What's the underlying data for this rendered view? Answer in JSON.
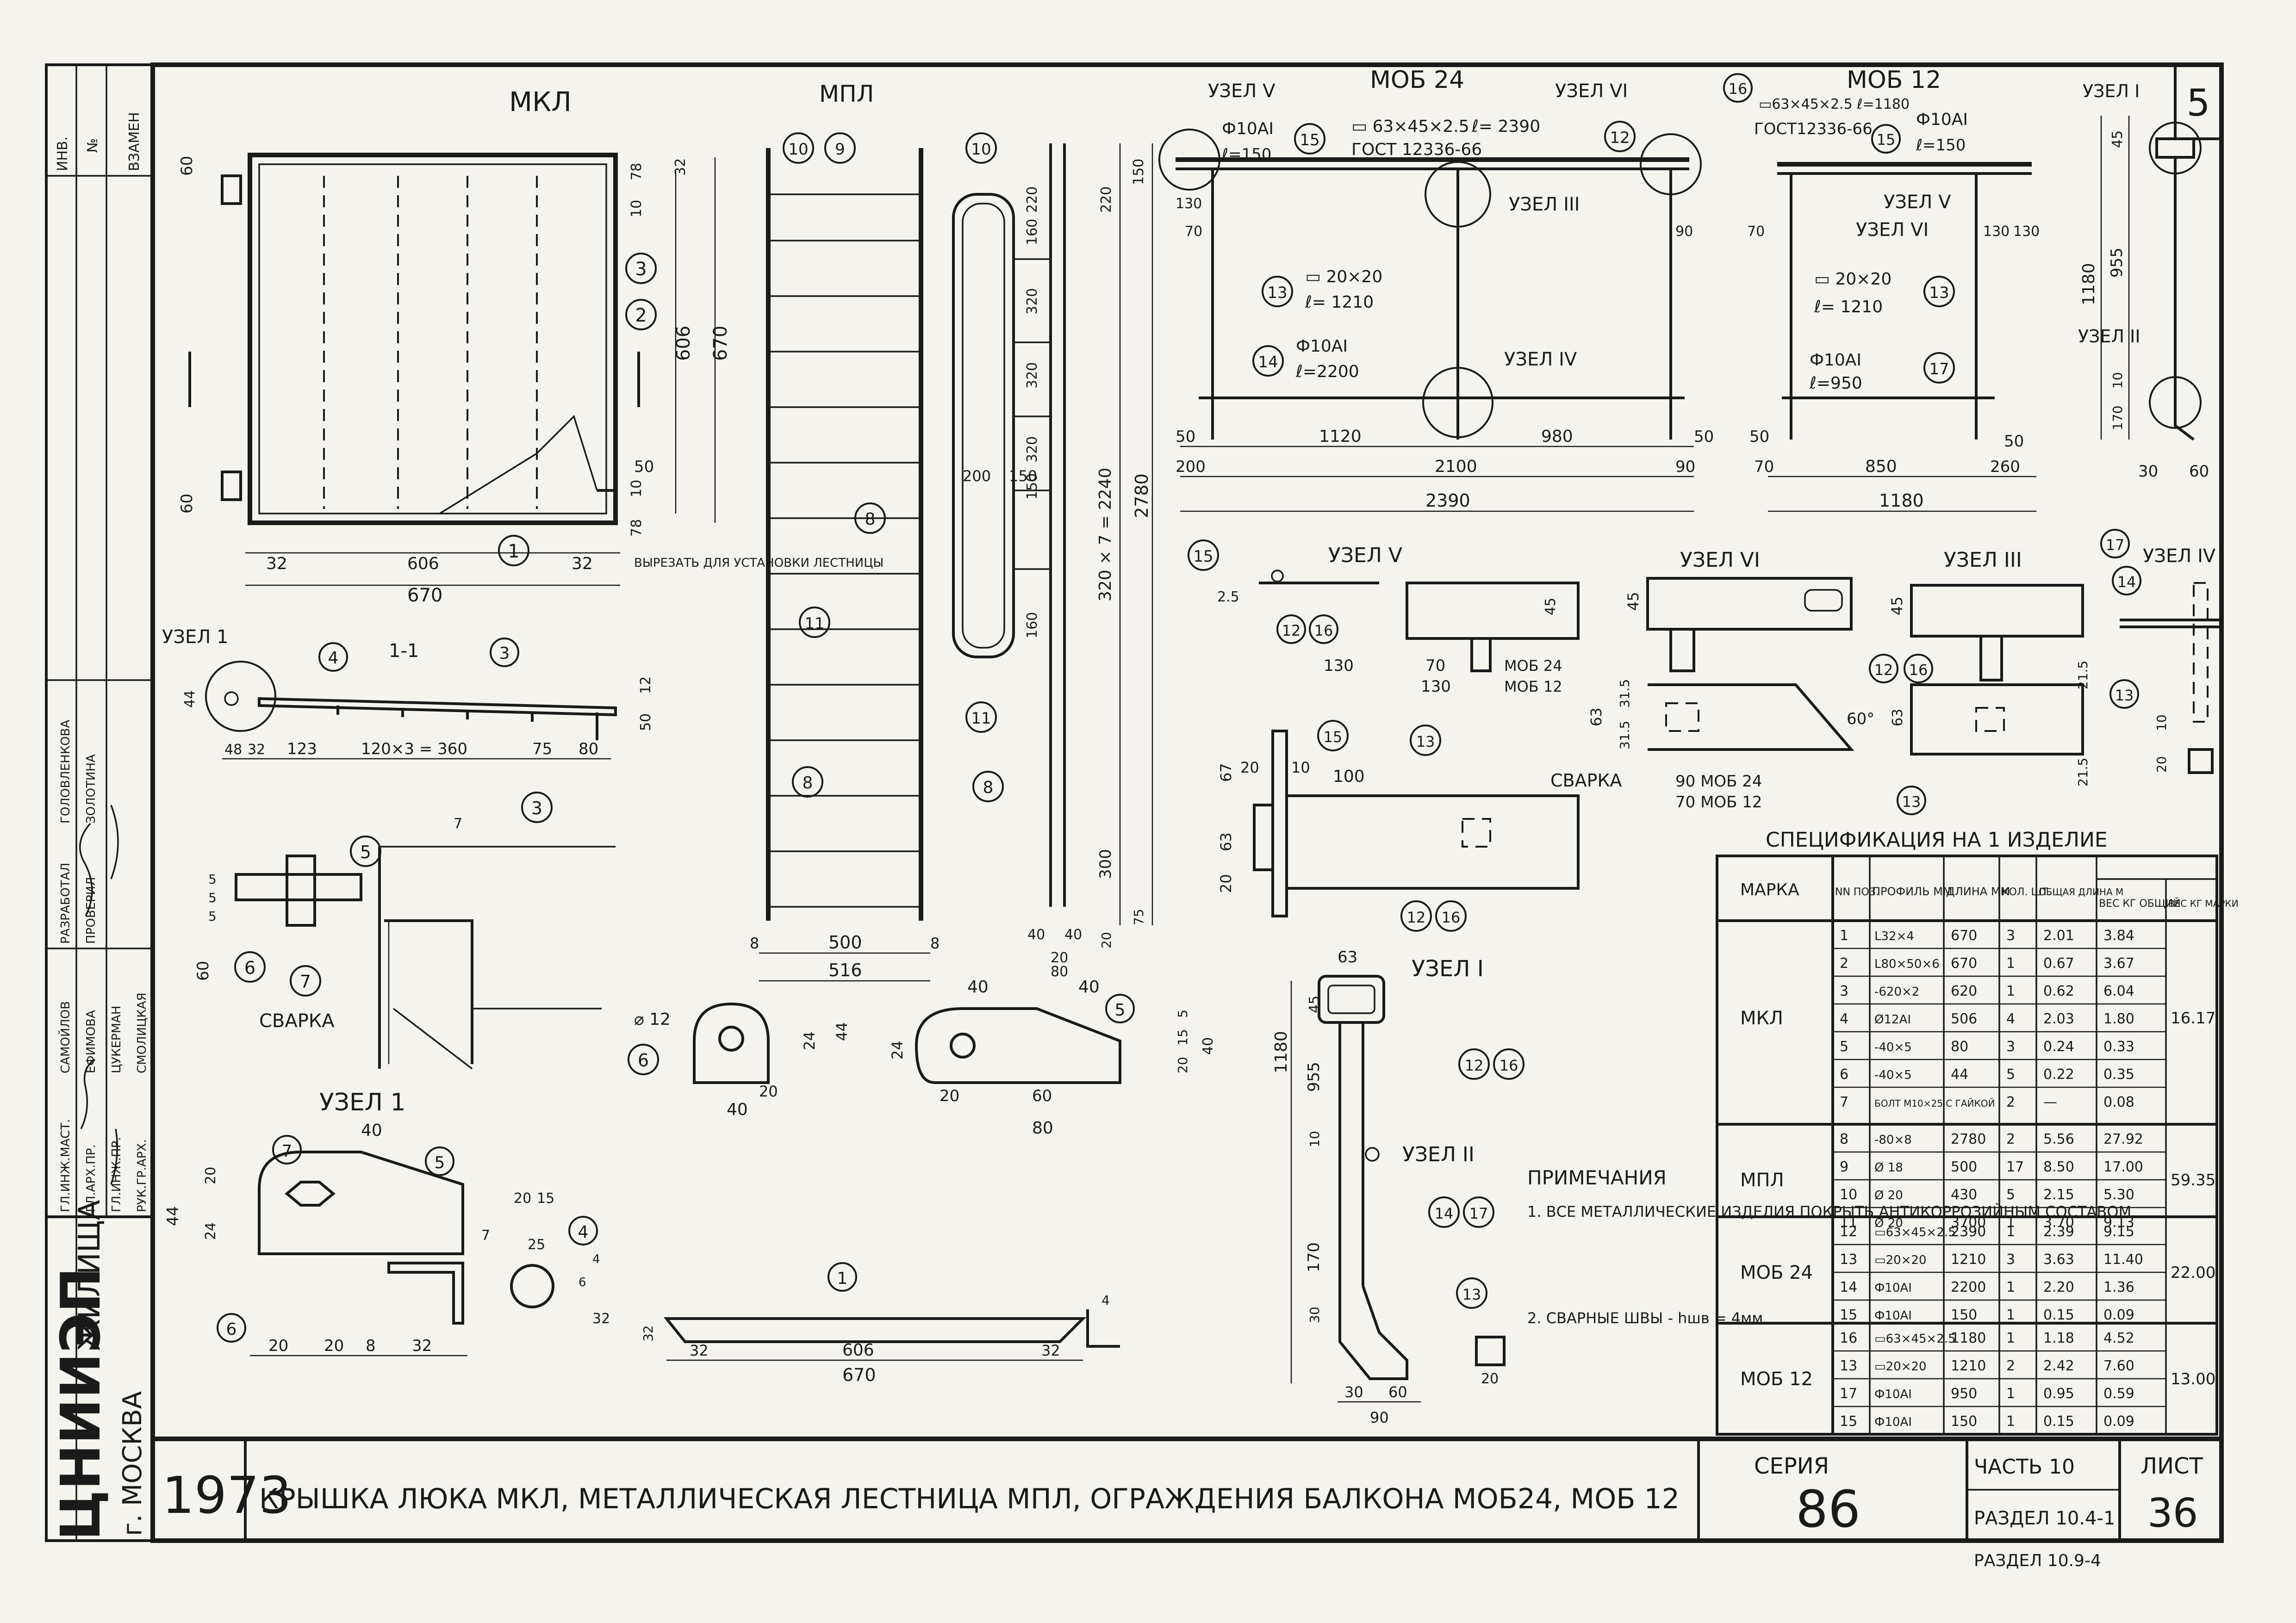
{
  "sheet": {
    "sheet_number_corner": "5",
    "org_top_box": [
      "ИНВ.",
      "№",
      "ВЗАМЕН"
    ],
    "org_name": "ЦНИИЭП",
    "org_sub": "ЖИЛИЩА",
    "city": "г. МОСКВА",
    "staff": [
      {
        "role": "ГЛ.ИНЖ.МАСТ.",
        "name": "САМОЙЛОВ",
        "action": "РАЗРАБОТАЛ",
        "who": "ГОЛОВЛЕНКОВА"
      },
      {
        "role": "ГЛ.АРХ.ПР.",
        "name": "ЕФИМОВА",
        "action": "ПРОВЕРИЛ",
        "who": "ЗОЛОТИНА"
      },
      {
        "role": "ГЛ.ИНЖ.ПР.",
        "name": "ЦУКЕРМАН",
        "action": "",
        "who": ""
      },
      {
        "role": "РУК.ГР.АРХ.",
        "name": "СМОЛИЦКАЯ",
        "action": "",
        "who": ""
      }
    ]
  },
  "titles": {
    "mkl": "МКЛ",
    "mpl": "МПЛ",
    "mob24": "МОБ 24",
    "mob12": "МОБ 12",
    "section11": "1-1",
    "uzel1_small": "УЗЕЛ 1",
    "uzel1_big": "УЗЕЛ 1",
    "uzel_i": "УЗЕЛ I",
    "uzel_ii": "УЗЕЛ II",
    "uzel_iii": "УЗЕЛ III",
    "uzel_iv": "УЗЕЛ IV",
    "uzel_v": "УЗЕЛ V",
    "uzel_vi": "УЗЕЛ VI",
    "svarka": "СВАРКА",
    "cut_note": "ВЫРЕЗАТЬ ДЛЯ УСТАНОВКИ ЛЕСТНИЦЫ"
  },
  "mkl_dims": {
    "top": [
      "60",
      "10",
      "78",
      "32"
    ],
    "side": [
      "606",
      "670"
    ],
    "bottom": [
      "32",
      "606",
      "32"
    ],
    "total": "670",
    "low": [
      "50",
      "10",
      "78",
      "60"
    ]
  },
  "section_dims": {
    "parts": [
      "48",
      "32",
      "123",
      "120×3 = 360",
      "75",
      "80"
    ],
    "h": "44",
    "r": [
      "50",
      "12"
    ]
  },
  "mpl_dims": {
    "bottom": [
      "8",
      "500",
      "8"
    ],
    "total": "516",
    "side_top": [
      "220",
      "160",
      "320",
      "320",
      "320",
      "150"
    ],
    "side_big": "320 × 7 = 2240",
    "side_total": "2780",
    "side_low": [
      "160",
      "300"
    ],
    "bottom2": [
      "40",
      "40",
      "20",
      "80"
    ],
    "side_r": [
      "220",
      "150"
    ],
    "low_r": [
      "20",
      "75"
    ],
    "mid": [
      "200",
      "150"
    ]
  },
  "mob24_dims": {
    "prof_top": "▭ 63×45×2.5",
    "len_top": "ℓ= 2390",
    "gost": "ГОСТ 12336-66",
    "rod_top": "Ф10АI",
    "rod_top_len": "ℓ=150",
    "sq": "▭ 20×20",
    "sq_len": "ℓ= 1210",
    "rod_bot": "Ф10АI",
    "rod_bot_len": "ℓ=2200",
    "bottom": [
      "50",
      "1120",
      "980",
      "50"
    ],
    "bottom2": [
      "200",
      "2100",
      "90"
    ],
    "total": "2390",
    "side": [
      "130",
      "70",
      "90"
    ]
  },
  "mob12_dims": {
    "prof_top": "▭63×45×2.5 ℓ=1180",
    "gost": "ГОСТ12336-66",
    "rod_top": "Ф10АI",
    "rod_top_len": "ℓ=150",
    "sq": "▭ 20×20",
    "sq_len": "ℓ= 1210",
    "rod_bot": "Ф10АI",
    "rod_bot_len": "ℓ=950",
    "bottom": [
      "50",
      "50"
    ],
    "bottom2": [
      "70",
      "850",
      "260"
    ],
    "total": "1180",
    "side": [
      "70",
      "130",
      "130"
    ]
  },
  "post_dims": {
    "v": [
      "45",
      "955",
      "1180",
      "10",
      "170"
    ],
    "b": [
      "30",
      "60"
    ]
  },
  "uzel_v_dims": {
    "a": "2.5",
    "b": "45",
    "c": [
      "130",
      "70",
      "130"
    ],
    "labels": [
      "МОБ 24",
      "МОБ 12"
    ]
  },
  "uzel_vi_dims": {
    "a": "45",
    "b": "63",
    "c": [
      "31.5",
      "31.5"
    ],
    "d": [
      "90 МОБ 24",
      "70 МОБ 12"
    ],
    "angle": "60°"
  },
  "uzel_iii_dims": {
    "a": "45",
    "b": "21.5",
    "c": "63",
    "d": "21.5"
  },
  "uzel_iv_dims": {
    "a": "10",
    "b": "20"
  },
  "detail5_dims": {
    "a": [
      "20",
      "10",
      "100"
    ],
    "b": [
      "67",
      "63",
      "20"
    ]
  },
  "svarka_detail": {
    "dims": [
      "7",
      "5",
      "5",
      "5",
      "60"
    ]
  },
  "uzel1_dims": {
    "top": "40",
    "left": [
      "44",
      "20",
      "24"
    ],
    "bottom": [
      "20",
      "20",
      "8",
      "32"
    ],
    "right": [
      "20",
      "15",
      "25",
      "7",
      "32",
      "6",
      "4"
    ]
  },
  "part6_dims": {
    "d": "⌀ 12",
    "w": "40",
    "in": "20",
    "h": [
      "24",
      "44"
    ]
  },
  "part5_dims": {
    "top": [
      "40",
      "40"
    ],
    "bottom": [
      "20",
      "60"
    ],
    "total": "80",
    "right": [
      "5",
      "15",
      "20",
      "5",
      "40"
    ],
    "h": "24"
  },
  "part1_dims": {
    "a": "32",
    "b": "606",
    "c": "32",
    "total": "670",
    "h": [
      "32",
      "4"
    ]
  },
  "uzel_i_dims": {
    "w": "63",
    "v": [
      "45",
      "955",
      "1180",
      "10",
      "170",
      "30"
    ],
    "b": [
      "30",
      "60",
      "90",
      "20"
    ]
  },
  "notes": {
    "title": "ПРИМЕЧАНИЯ",
    "n1": "1. ВСЕ МЕТАЛЛИЧЕСКИЕ ИЗДЕЛИЯ ПОКРЫТЬ АНТИКОРРОЗИЙНЫМ СОСТАВОМ",
    "n2": "2. СВАРНЫЕ ШВЫ - hшв = 4мм"
  },
  "spec": {
    "title": "СПЕЦИФИКАЦИЯ НА 1 ИЗДЕЛИЕ",
    "headers": [
      "МАРКА",
      "NN ПОЗ.",
      "ПРОФИЛЬ ММ",
      "ДЛИНА ММ",
      "КОЛ. ШТ.",
      "ОБЩАЯ ДЛИНА М",
      "ВЕС КГ ОБЩИЙ",
      "ВЕС КГ МАРКИ"
    ],
    "groups": [
      {
        "mark": "МКЛ",
        "total": "16.17",
        "rows": [
          [
            "1",
            "L32×4",
            "670",
            "3",
            "2.01",
            "3.84"
          ],
          [
            "2",
            "L80×50×6",
            "670",
            "1",
            "0.67",
            "3.67"
          ],
          [
            "3",
            "-620×2",
            "620",
            "1",
            "0.62",
            "6.04"
          ],
          [
            "4",
            "Ø12AI",
            "506",
            "4",
            "2.03",
            "1.80"
          ],
          [
            "5",
            "-40×5",
            "80",
            "3",
            "0.24",
            "0.33"
          ],
          [
            "6",
            "-40×5",
            "44",
            "5",
            "0.22",
            "0.35"
          ],
          [
            "7",
            "БОЛТ М10×25 С ГАЙКОЙ",
            "",
            "2",
            "—",
            "0.08"
          ]
        ]
      },
      {
        "mark": "МПЛ",
        "total": "59.35",
        "rows": [
          [
            "8",
            "-80×8",
            "2780",
            "2",
            "5.56",
            "27.92"
          ],
          [
            "9",
            "Ø 18",
            "500",
            "17",
            "8.50",
            "17.00"
          ],
          [
            "10",
            "Ø 20",
            "430",
            "5",
            "2.15",
            "5.30"
          ],
          [
            "11",
            "Ø 20",
            "3700",
            "1",
            "3.70",
            "9.13"
          ]
        ]
      },
      {
        "mark": "МОБ 24",
        "total": "22.00",
        "rows": [
          [
            "12",
            "▭63×45×2.5",
            "2390",
            "1",
            "2.39",
            "9.15"
          ],
          [
            "13",
            "▭20×20",
            "1210",
            "3",
            "3.63",
            "11.40"
          ],
          [
            "14",
            "Ф10АI",
            "2200",
            "1",
            "2.20",
            "1.36"
          ],
          [
            "15",
            "Ф10АI",
            "150",
            "1",
            "0.15",
            "0.09"
          ]
        ]
      },
      {
        "mark": "МОБ 12",
        "total": "13.00",
        "rows": [
          [
            "16",
            "▭63×45×2.5",
            "1180",
            "1",
            "1.18",
            "4.52"
          ],
          [
            "13",
            "▭20×20",
            "1210",
            "2",
            "2.42",
            "7.60"
          ],
          [
            "17",
            "Ф10АI",
            "950",
            "1",
            "0.95",
            "0.59"
          ],
          [
            "15",
            "Ф10АI",
            "150",
            "1",
            "0.15",
            "0.09"
          ]
        ]
      }
    ]
  },
  "titleblock": {
    "year": "1973",
    "title": "КРЫШКА ЛЮКА МКЛ, МЕТАЛЛИЧЕСКАЯ ЛЕСТНИЦА МПЛ, ОГРАЖДЕНИЯ БАЛКОНА МОБ24, МОБ 12",
    "series_label": "СЕРИЯ",
    "series": "86",
    "part": "ЧАСТЬ 10",
    "section": "РАЗДЕЛ 10.4-1",
    "sheet_label": "ЛИСТ",
    "sheet": "36",
    "below": "РАЗДЕЛ 10.9-4"
  }
}
